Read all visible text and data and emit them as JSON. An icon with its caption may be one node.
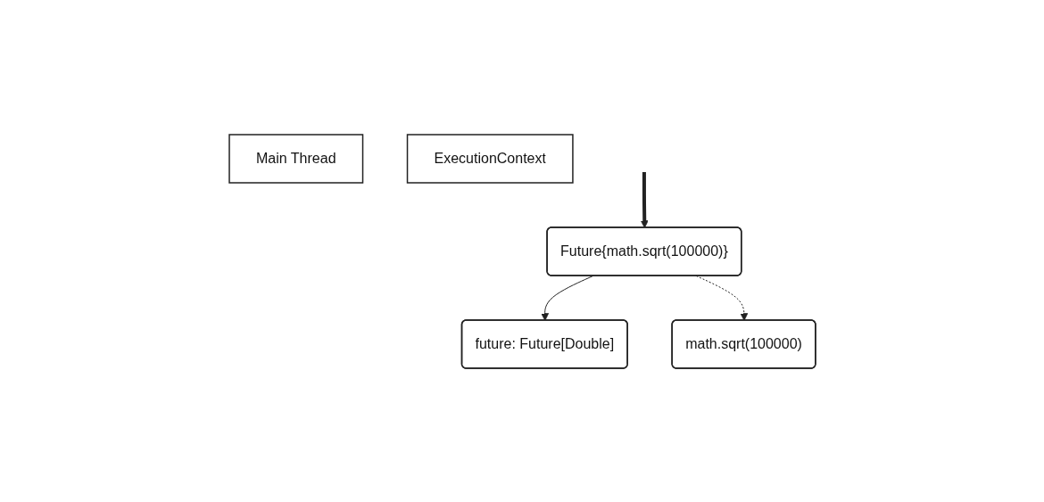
{
  "diagram": {
    "nodes": [
      {
        "text": [
          "Main Thread"
        ]
      },
      {
        "text": [
          "Future{math.sqrt(100000)}"
        ]
      },
      {
        "text": [
          "future: Future[Double]"
        ]
      },
      {
        "text": [
          "math.sqrt(100000)"
        ]
      },
      {
        "text": [
          "ExecutionContext"
        ]
      }
    ],
    "edges": [
      {
        "from": null,
        "to": 1,
        "arrow": "to",
        "style": "thick"
      },
      {
        "from": 1,
        "to": 2,
        "arrow": "to"
      },
      {
        "from": 1,
        "to": 3,
        "arrow": "to",
        "style": "dashed"
      }
    ]
  }
}
